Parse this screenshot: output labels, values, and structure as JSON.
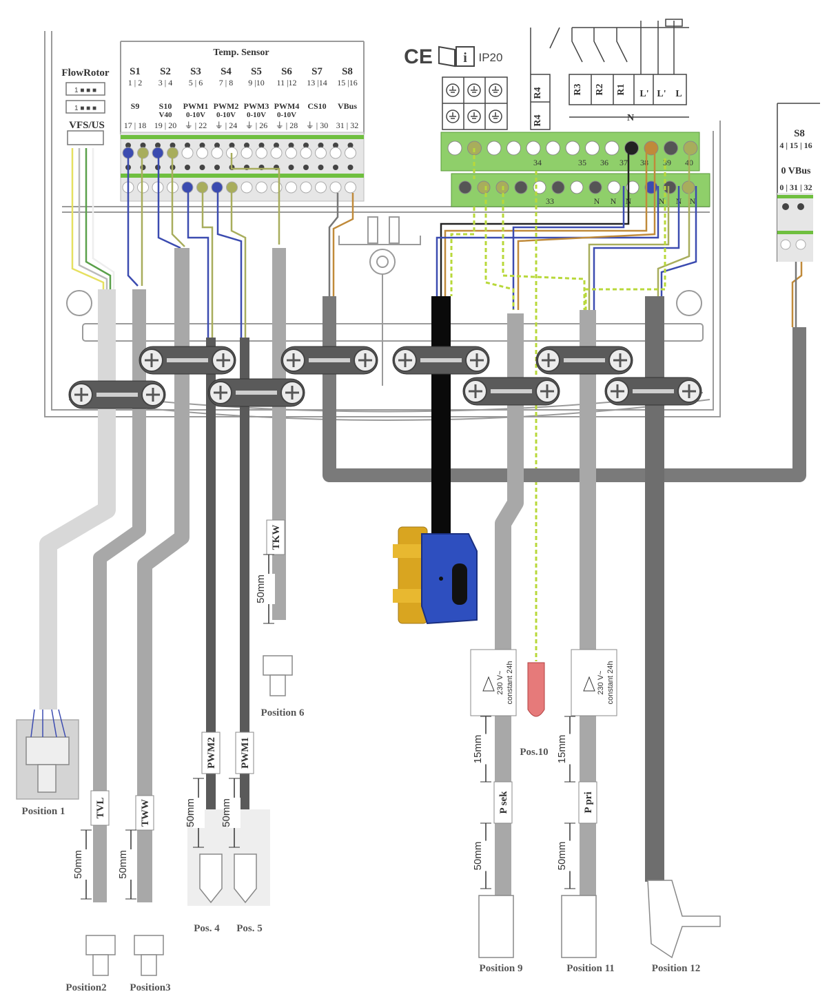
{
  "header": {
    "temp_sensor": "Temp. Sensor",
    "flowrotor": "FlowRotor",
    "vfs_us": "VFS/US",
    "ce": "CE",
    "info_i": "i",
    "ip20": "IP20"
  },
  "sensor_terminals": [
    {
      "name": "S1",
      "pins": "1 | 2"
    },
    {
      "name": "S2",
      "pins": "3 | 4"
    },
    {
      "name": "S3",
      "pins": "5 | 6"
    },
    {
      "name": "S4",
      "pins": "7 | 8"
    },
    {
      "name": "S5",
      "pins": "9 |10"
    },
    {
      "name": "S6",
      "pins": "11 |12"
    },
    {
      "name": "S7",
      "pins": "13 |14"
    },
    {
      "name": "S8",
      "pins": "15 |16"
    }
  ],
  "lower_terminals": [
    {
      "name": "S9",
      "sub": "",
      "pins": "17 | 18"
    },
    {
      "name": "S10",
      "sub": "V40",
      "pins": "19 | 20"
    },
    {
      "name": "PWM1",
      "sub": "0-10V",
      "pins": "⏚ | 22"
    },
    {
      "name": "PWM2",
      "sub": "0-10V",
      "pins": "⏚ | 24"
    },
    {
      "name": "PWM3",
      "sub": "0-10V",
      "pins": "⏚ | 26"
    },
    {
      "name": "PWM4",
      "sub": "0-10V",
      "pins": "⏚ | 28"
    },
    {
      "name": "CS10",
      "sub": "",
      "pins": "⏚ | 30"
    },
    {
      "name": "VBus",
      "sub": "",
      "pins": "31 | 32"
    }
  ],
  "relay_labels": [
    "R4",
    "R4",
    "R3",
    "R2",
    "R1",
    "L'",
    "L'",
    "L",
    "N"
  ],
  "relay_numbers": [
    "34",
    "35",
    "36",
    "37",
    "38",
    "39",
    "40",
    "33",
    "N",
    "N",
    "N",
    "N",
    "N",
    "N"
  ],
  "inset": {
    "s8": "S8",
    "s8_pins": "4 | 15 | 16",
    "vbus": "0 VBus",
    "vbus_pins": "0 | 31 | 32"
  },
  "cable_tags": [
    "TVL",
    "TWW",
    "PWM2",
    "PWM1",
    "TKW",
    "P sek",
    "P pri"
  ],
  "dimensions": [
    "50mm",
    "50mm",
    "50mm",
    "50mm",
    "50mm",
    "15mm",
    "15mm",
    "50mm",
    "50mm"
  ],
  "warning_labels": [
    {
      "voltage": "230 V~",
      "note": "constant 24h"
    },
    {
      "voltage": "230 V~",
      "note": "constant 24h"
    }
  ],
  "positions": [
    "Position 1",
    "Position2",
    "Position3",
    "Pos. 4",
    "Pos. 5",
    "Position 6",
    "Position 9",
    "Pos.10",
    "Position 11",
    "Position 12"
  ],
  "colors": {
    "terminal_green": "#8fcf6a",
    "wire_blue": "#3b4bb0",
    "wire_olive": "#a8ad5c",
    "wire_brown": "#c08a3a",
    "wire_yellowgreen": "#b8d83a",
    "cable_light": "#d8d8d8",
    "cable_mid": "#a8a8a8",
    "cable_dark": "#6e6e6e",
    "valve_blue": "#2e4fbf",
    "valve_brass": "#d9a520",
    "crimp_red": "#e67a7a"
  }
}
